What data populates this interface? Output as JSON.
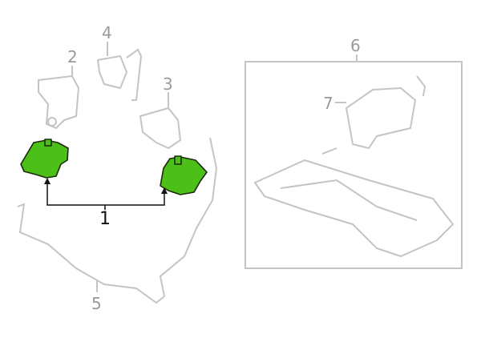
{
  "callouts": [
    "1",
    "2",
    "3",
    "4",
    "5",
    "6",
    "7"
  ],
  "colors": {
    "highlight": "#4cbf18",
    "line": "#c4c4c4",
    "label": "#9a9a9a"
  }
}
